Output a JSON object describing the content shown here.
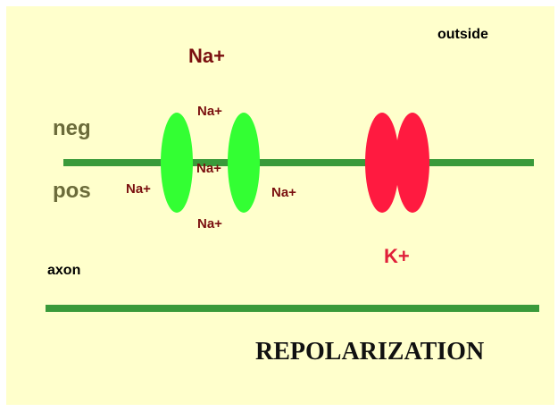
{
  "labels": {
    "na_big": "Na+",
    "outside": "outside",
    "neg": "neg",
    "pos": "pos",
    "na_top": "Na+",
    "na_mid": "Na+",
    "na_left": "Na+",
    "na_right": "Na+",
    "na_bottom": "Na+",
    "k_plus": "K+",
    "axon": "axon",
    "title": "REPOLARIZATION"
  },
  "colors": {
    "background": "#ffffcc",
    "membrane": "#3a9a3a",
    "sodium_channel": "#33ff33",
    "potassium_channel": "#ff1a40",
    "ion_label": "#7a0f0f",
    "charge_label": "#6b6b3a",
    "k_label": "#e0203a"
  },
  "icons": {
    "sodium_channel": "green-ellipse-pair",
    "potassium_channel": "red-ellipse-pair"
  }
}
